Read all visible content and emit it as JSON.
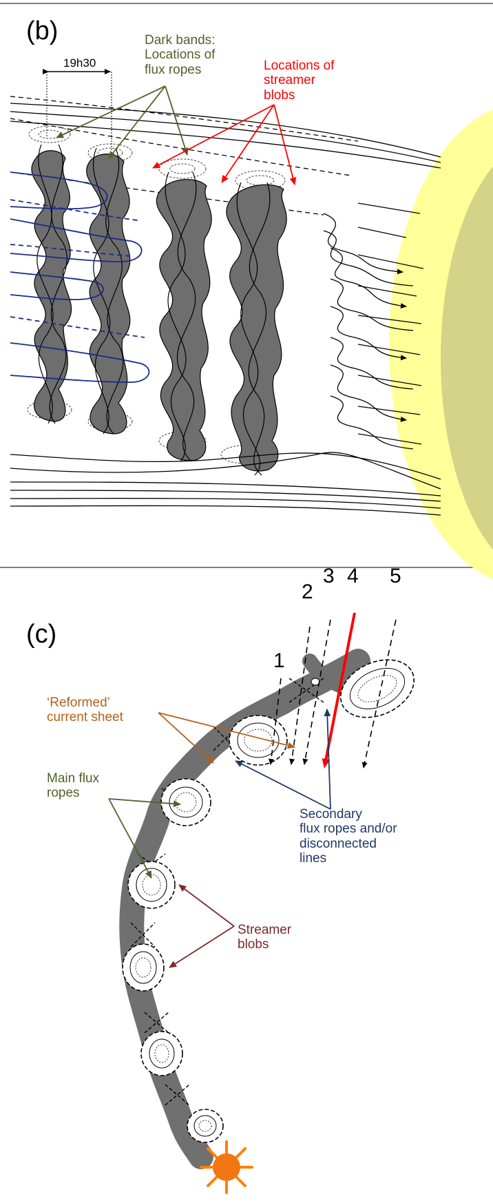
{
  "panel_b": {
    "letter": "(b)",
    "spacing_label": "19h30",
    "dark_bands": [
      "Dark bands:",
      "Locations of",
      "flux ropes"
    ],
    "streamer_blobs": [
      "Locations of",
      "streamer",
      "blobs"
    ]
  },
  "panel_c": {
    "letter": "(c)",
    "reformed": [
      "‘Reformed’",
      "current sheet"
    ],
    "main_ropes": [
      "Main flux",
      "ropes"
    ],
    "secondary": [
      "Secondary",
      "flux ropes and/or",
      "disconnected",
      "lines"
    ],
    "streamer": [
      "Streamer",
      "blobs"
    ],
    "trajectory_numbers": [
      "1",
      "2",
      "3",
      "4",
      "5"
    ]
  },
  "colors": {
    "sun_halo": "#ffff99",
    "sun_disk": "#d4d488",
    "rope_fill": "#6e6e6e",
    "field_blue": "#1a2a8c",
    "green": "#4f6228",
    "red": "#ff0000",
    "orange": "#b4601a",
    "navy": "#203864",
    "maroon": "#7a2a2a",
    "sun": "#ff8000"
  },
  "icons": [
    "sun-icon"
  ]
}
